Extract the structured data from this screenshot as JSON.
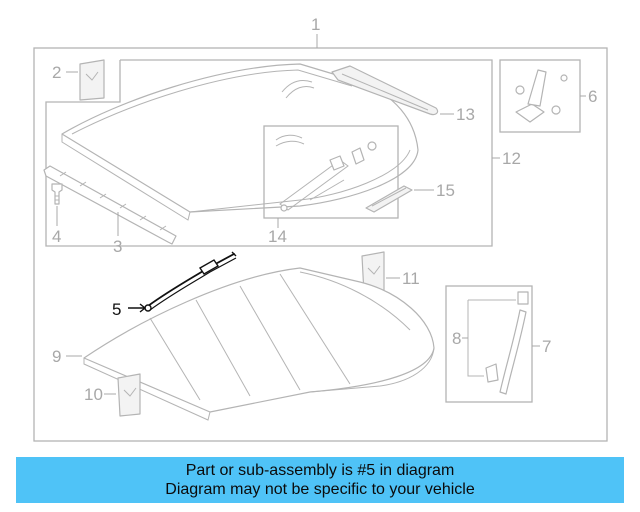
{
  "diagram": {
    "callouts": {
      "c1": "1",
      "c2": "2",
      "c3": "3",
      "c4": "4",
      "c5": "5",
      "c6": "6",
      "c7": "7",
      "c8": "8",
      "c9": "9",
      "c10": "10",
      "c11": "11",
      "c12": "12",
      "c13": "13",
      "c14": "14",
      "c15": "15"
    },
    "highlighted_part": "5",
    "colors": {
      "line_art": "#b4b4b4",
      "highlight": "#111111",
      "banner": "#4fc3f7"
    }
  },
  "banner": {
    "line1": "Part or sub-assembly is #5 in diagram",
    "line2": "Diagram may not be specific to your vehicle"
  }
}
